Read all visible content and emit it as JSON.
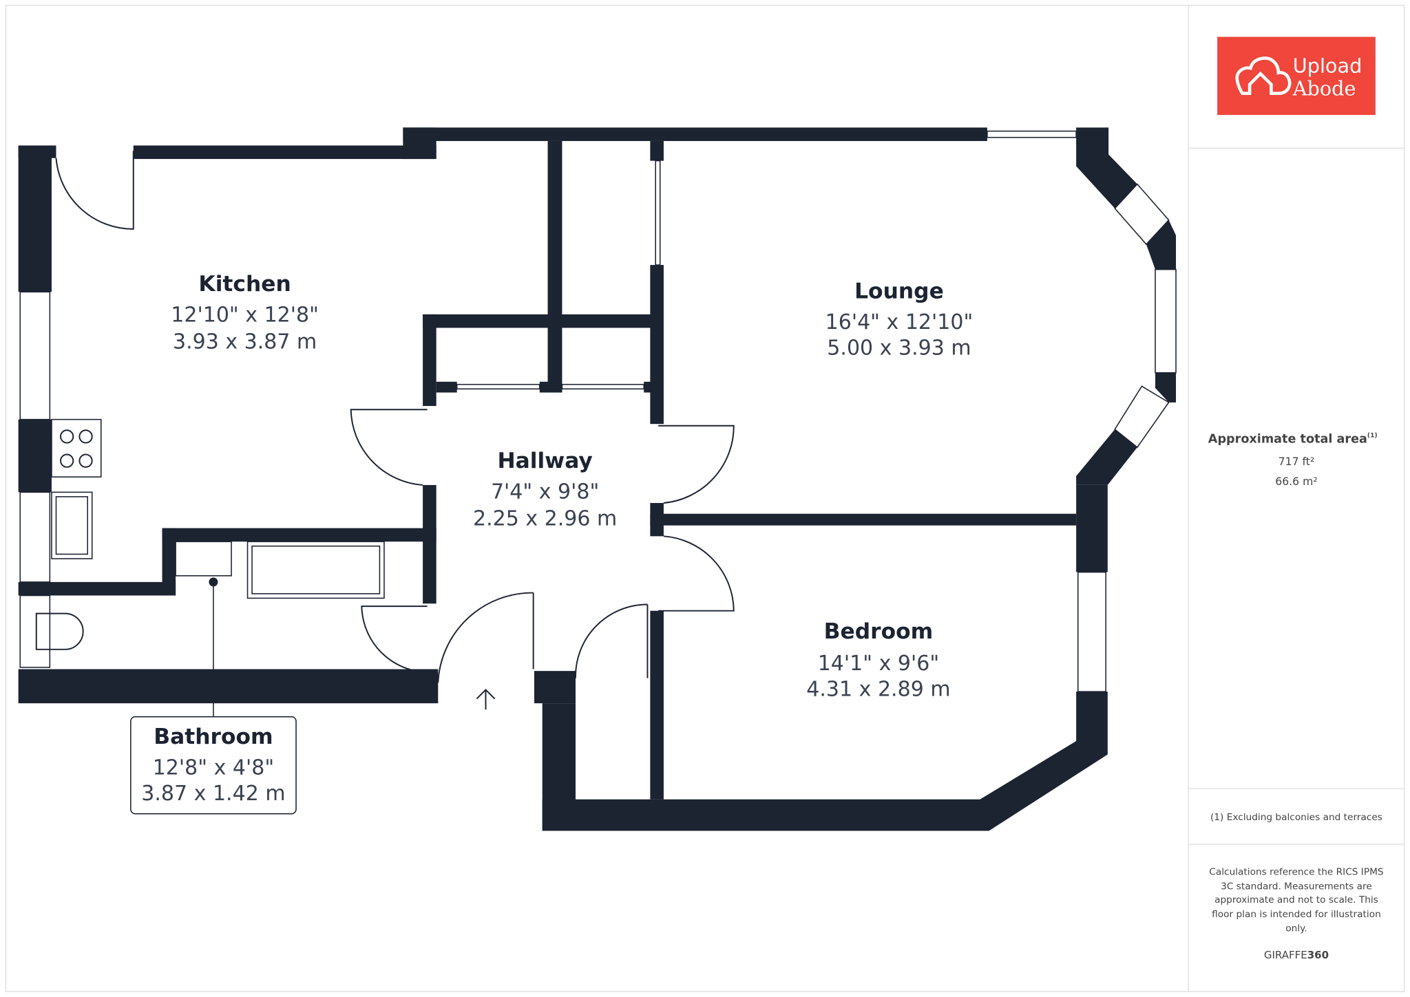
{
  "brand": {
    "line1": "Upload",
    "line2": "Abode",
    "color": "#f0463b"
  },
  "rooms": [
    {
      "name": "Kitchen",
      "imperial": "12'10\" x 12'8\"",
      "metric": "3.93 x 3.87 m"
    },
    {
      "name": "Lounge",
      "imperial": "16'4\" x 12'10\"",
      "metric": "5.00 x 3.93 m"
    },
    {
      "name": "Hallway",
      "imperial": "7'4\" x 9'8\"",
      "metric": "2.25 x 2.96 m"
    },
    {
      "name": "Bedroom",
      "imperial": "14'1\" x 9'6\"",
      "metric": "4.31 x 2.89 m"
    },
    {
      "name": "Bathroom",
      "imperial": "12'8\" x 4'8\"",
      "metric": "3.87 x 1.42 m"
    }
  ],
  "area": {
    "title": "Approximate total area",
    "footnote_mark": "(1)",
    "imperial": "717 ft²",
    "metric": "66.6 m²"
  },
  "footnote": "(1) Excluding balconies and terraces",
  "disclaimer": [
    "Calculations reference the RICS IPMS",
    "3C standard. Measurements are",
    "approximate and not to scale. This",
    "floor plan is intended for illustration",
    "only."
  ],
  "credit": {
    "a": "GIRAFFE",
    "b": "360"
  },
  "wall_color": "#1c2331"
}
